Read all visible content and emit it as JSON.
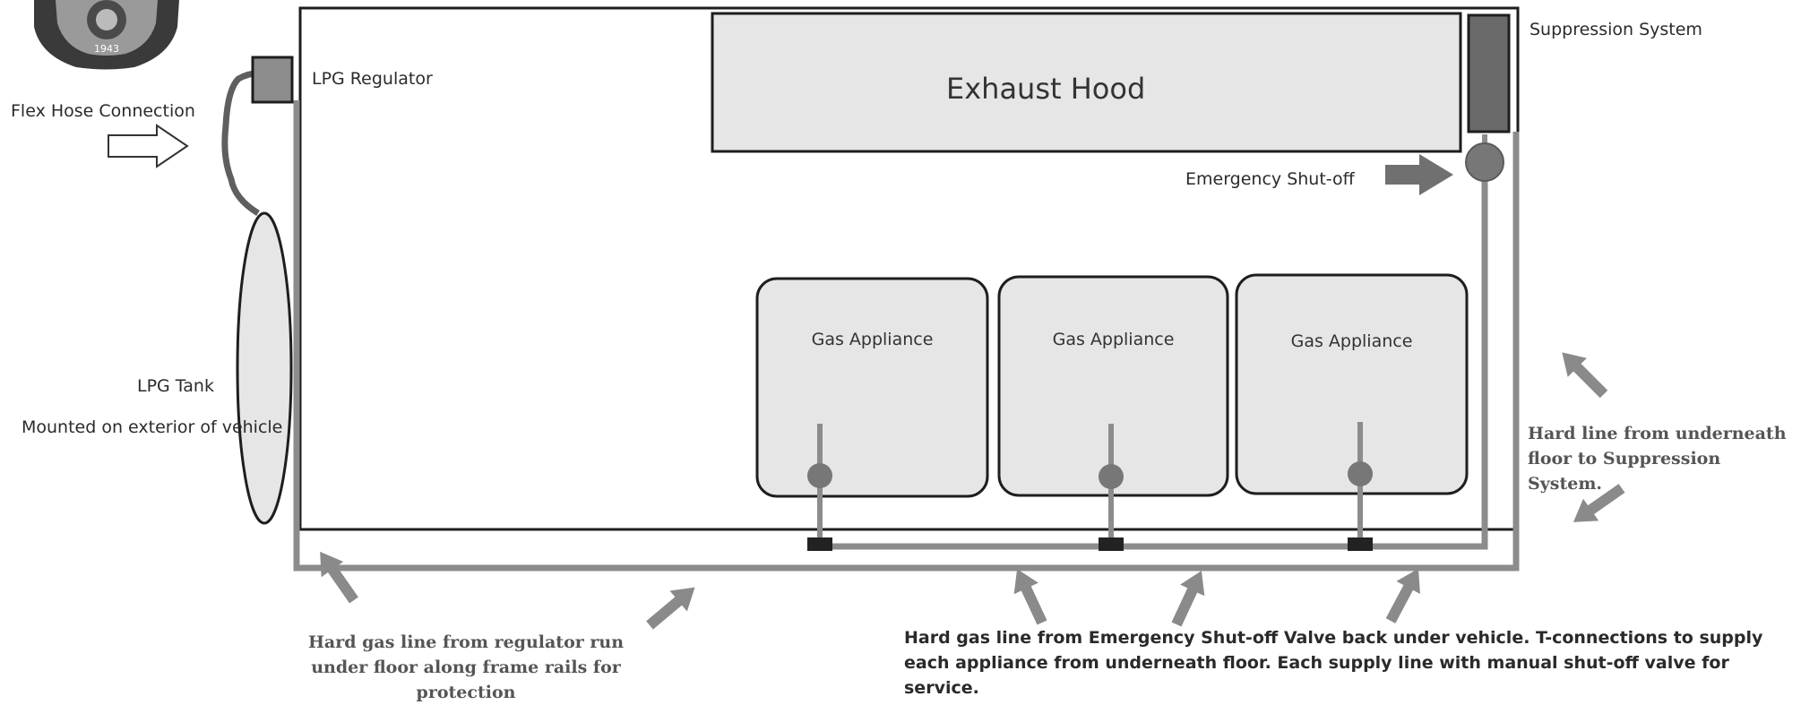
{
  "labels": {
    "lpg_regulator": "LPG Regulator",
    "flex_hose": "Flex Hose Connection",
    "lpg_tank": "LPG Tank",
    "tank_mount": "Mounted on exterior of vehicle",
    "exhaust_hood": "Exhaust Hood",
    "suppression_system": "Suppression System",
    "emergency_shutoff": "Emergency Shut-off",
    "appliances": [
      "Gas Appliance",
      "Gas Appliance",
      "Gas Appliance"
    ],
    "note_regulator_line": "Hard gas line from regulator run under floor along frame rails for protection",
    "note_suppression_line": "Hard line from underneath floor to Suppression System.",
    "note_shutoff_line": "Hard gas line from Emergency Shut-off Valve back under vehicle. T-connections to supply each appliance from underneath floor. Each supply line with manual shut-off valve for service."
  },
  "badge": {
    "year": "1943"
  },
  "colors": {
    "box_fill": "#e6e6e6",
    "line_gray": "#8c8c8c",
    "dark_gray": "#5f5f5f",
    "valve_fill": "#777777",
    "outline": "#1e1e1e"
  }
}
